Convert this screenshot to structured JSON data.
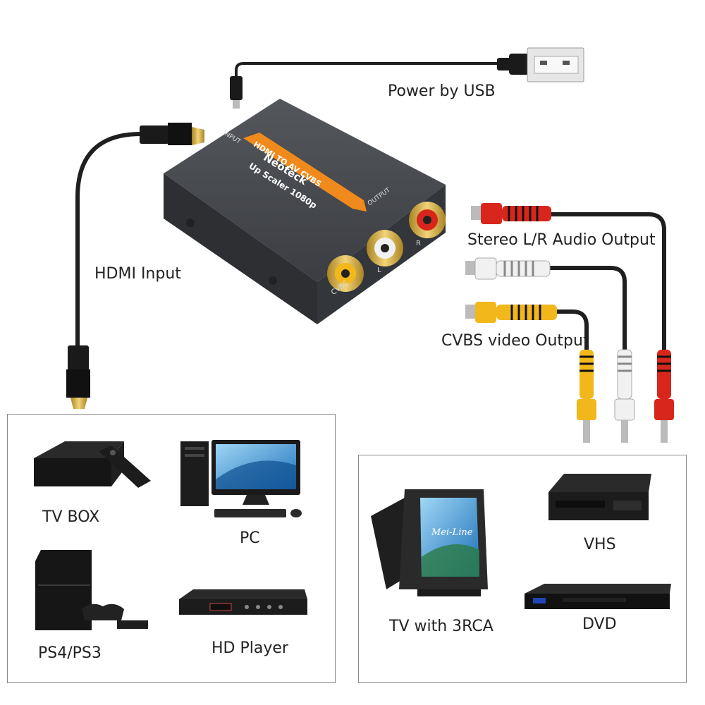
{
  "top": {
    "power_label": "Power by USB",
    "hdmi_input_label": "HDMI Input",
    "stereo_label": "Stereo L/R Audio Output",
    "cvbs_label": "CVBS video Output"
  },
  "device": {
    "brand": "Neoteck",
    "model_line1": "HDMI TO AV CVBS",
    "model_line2": "Up Scaler 1080p",
    "input_port_label": "INPUT",
    "output_port_label": "OUTPUT",
    "jack_r": "R",
    "jack_l": "L",
    "jack_cvbs": "CVBS"
  },
  "sources_panel": {
    "items": [
      {
        "label": "TV BOX",
        "icon": "tv-box-icon"
      },
      {
        "label": "PC",
        "icon": "pc-icon"
      },
      {
        "label": "PS4/PS3",
        "icon": "game-console-icon"
      },
      {
        "label": "HD Player",
        "icon": "hd-player-icon"
      }
    ]
  },
  "displays_panel": {
    "items": [
      {
        "label": "TV with 3RCA",
        "icon": "crt-tv-icon",
        "screen_text": "Mei-Line"
      },
      {
        "label": "VHS",
        "icon": "vhs-player-icon"
      },
      {
        "label": "DVD",
        "icon": "dvd-player-icon"
      }
    ]
  },
  "colors": {
    "device_body": "#3a3c40",
    "orange_accent": "#f08a1c",
    "rca_red": "#d8261c",
    "rca_white": "#f1f1f1",
    "rca_yellow": "#f2b81b",
    "cable": "#1f1f1f",
    "gold": "#c9a23a"
  }
}
